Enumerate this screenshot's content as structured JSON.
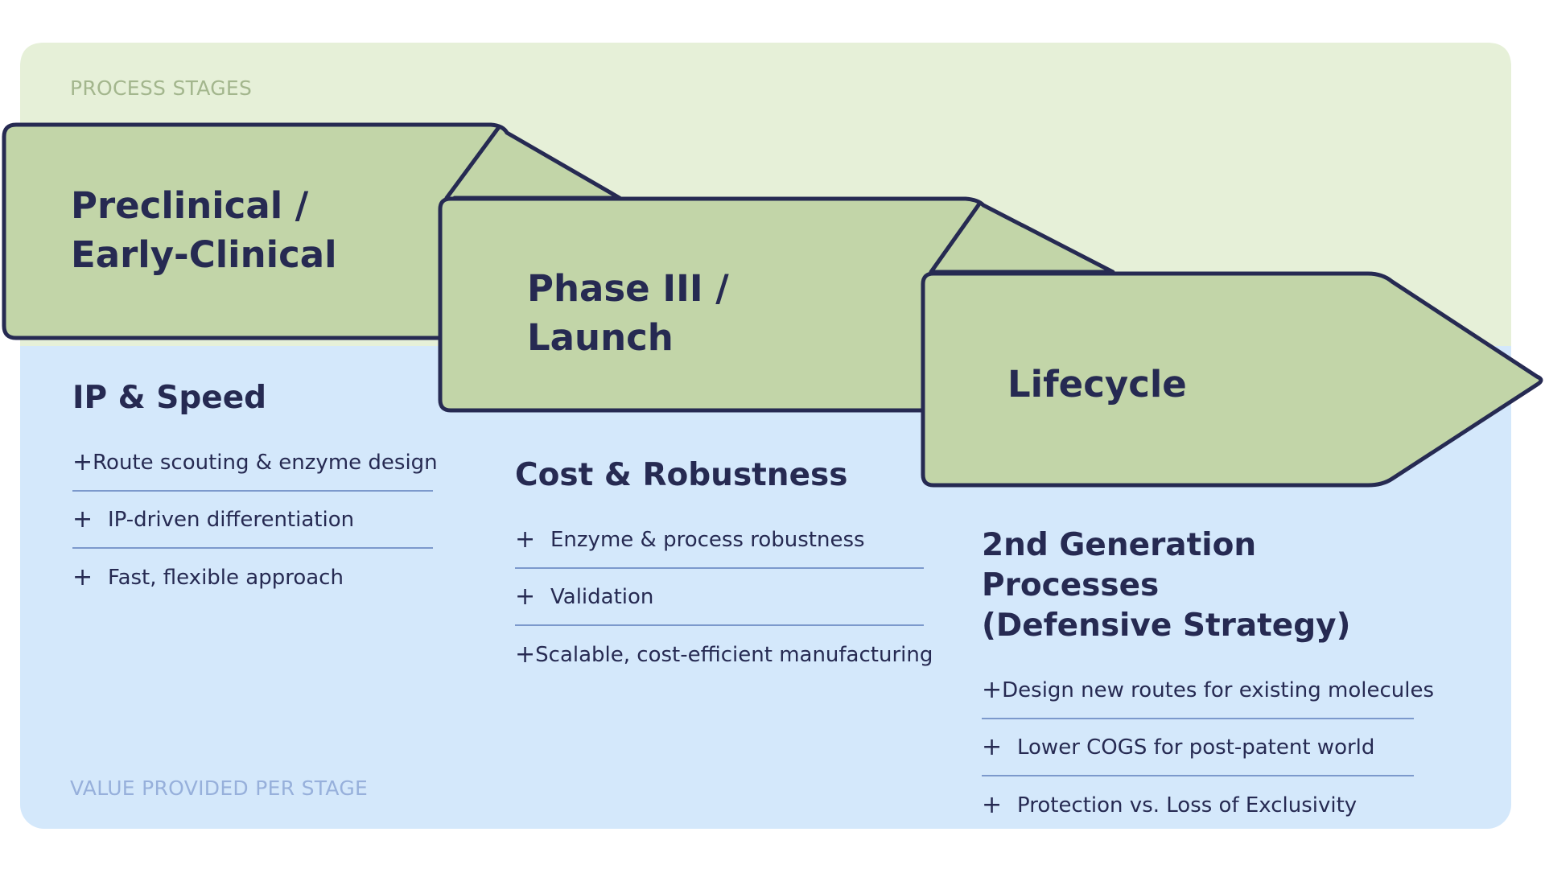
{
  "zones": {
    "top_label": "PROCESS STAGES",
    "bottom_label": "VALUE PROVIDED PER STAGE"
  },
  "stages": [
    {
      "title_line1": "Preclinical /",
      "title_line2": "Early-Clinical"
    },
    {
      "title_line1": "Phase III /",
      "title_line2": "Launch"
    },
    {
      "title_line1": "Lifecycle"
    }
  ],
  "values": [
    {
      "heading": "IP & Speed",
      "items": [
        "Route scouting & enzyme design",
        "IP-driven differentiation",
        "Fast, flexible approach"
      ]
    },
    {
      "heading": "Cost & Robustness",
      "items": [
        "Enzyme & process robustness",
        "Validation",
        "Scalable, cost-efficient manufacturing"
      ]
    },
    {
      "heading_line1": "2nd Generation Processes",
      "heading_line2": "(Defensive Strategy)",
      "items": [
        "Design new routes for existing molecules",
        "Lower COGS for post-patent world",
        "Protection vs. Loss of Exclusivity"
      ]
    }
  ],
  "icons": {
    "bullet": "plus-icon"
  },
  "colors": {
    "top_zone": "#e6f0d8",
    "bottom_zone": "#d4e8fb",
    "stage_fill": "#c2d5a8",
    "outline": "#262a52",
    "divider": "#7c99cc",
    "top_label": "#a3b68d",
    "bottom_label": "#97b0db"
  }
}
